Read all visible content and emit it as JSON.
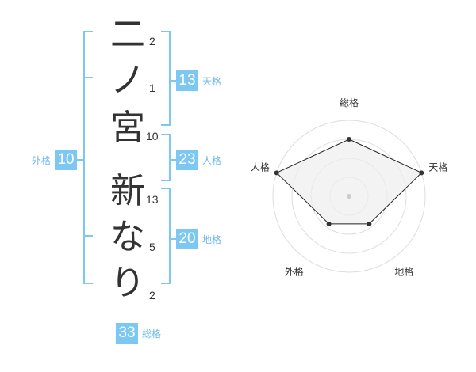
{
  "name": {
    "chars": [
      {
        "char": "二",
        "strokes": "2"
      },
      {
        "char": "ノ",
        "strokes": "1"
      },
      {
        "char": "宮",
        "strokes": "10"
      },
      {
        "char": "新",
        "strokes": "13"
      },
      {
        "char": "な",
        "strokes": "5"
      },
      {
        "char": "り",
        "strokes": "2"
      }
    ]
  },
  "fortune": {
    "tenkaku": {
      "value": "13",
      "label": "天格"
    },
    "jinkaku": {
      "value": "23",
      "label": "人格"
    },
    "chikaku": {
      "value": "20",
      "label": "地格"
    },
    "gaikaku": {
      "value": "10",
      "label": "外格"
    },
    "soukaku": {
      "value": "33",
      "label": "総格"
    }
  },
  "colors": {
    "accent": "#7cc8f3",
    "bracket": "#7cc8f3",
    "label": "#6cb8e8",
    "text": "#333333"
  },
  "chart_data": {
    "type": "radar",
    "axes": [
      "総格",
      "天格",
      "地格",
      "外格",
      "人格"
    ],
    "values": [
      0.75,
      1.0,
      0.45,
      0.45,
      1.0
    ],
    "range": [
      0,
      1
    ],
    "rings": 4,
    "fill": "#eeeeee",
    "stroke": "#222222"
  }
}
